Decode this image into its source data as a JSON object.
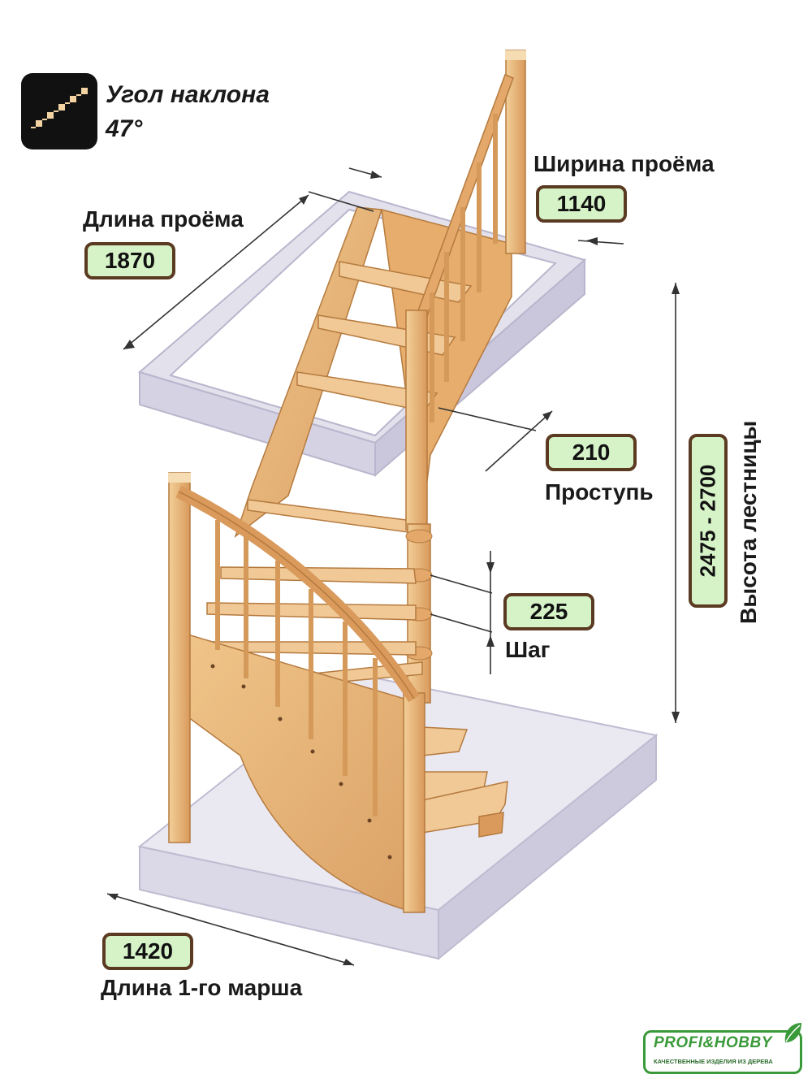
{
  "angle": {
    "title": "Угол наклона",
    "value": "47°"
  },
  "opening_length": {
    "label": "Длина проёма",
    "value": "1870"
  },
  "opening_width": {
    "label": "Ширина проёма",
    "value": "1140"
  },
  "tread": {
    "value": "210",
    "label": "Проступь"
  },
  "step": {
    "value": "225",
    "label": "Шаг"
  },
  "height": {
    "value": "2475 - 2700",
    "label": "Высота лестницы"
  },
  "first_flight": {
    "value": "1420",
    "label": "Длина 1-го марша"
  },
  "logo": {
    "brand": "PROFI&HOBBY",
    "tagline": "КАЧЕСТВЕННЫЕ ИЗДЕЛИЯ ИЗ ДЕРЕВА"
  },
  "colors": {
    "wood": "#e8b878",
    "wood_dark": "#c98a4a",
    "wood_light": "#f3d3a2",
    "glass": "#c9c6dc",
    "badge_fill": "#d6f3c8",
    "badge_border": "#5b3a22",
    "logo_green": "#3a9a3a"
  }
}
